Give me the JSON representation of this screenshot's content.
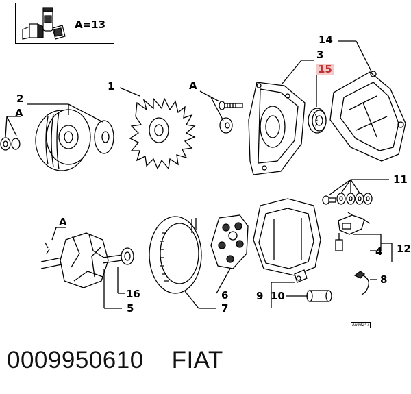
{
  "legend": {
    "count_text": "A=13"
  },
  "labels": {
    "l1": "1",
    "l2": "2",
    "l3": "3",
    "l4": "4",
    "l5": "5",
    "l6": "6",
    "l7": "7",
    "l8": "8",
    "l9": "9",
    "l10": "10",
    "l11": "11",
    "l12": "12",
    "l14": "14",
    "l15": "15",
    "l16": "16",
    "a1": "A",
    "a2": "A",
    "a3": "A"
  },
  "ref_code": "AA00247",
  "footer": {
    "part_number": "0009950610",
    "brand": "FIAT"
  },
  "colors": {
    "ink": "#000000",
    "highlight_bg": "#f3c9c9",
    "highlight_text": "#b33333"
  }
}
